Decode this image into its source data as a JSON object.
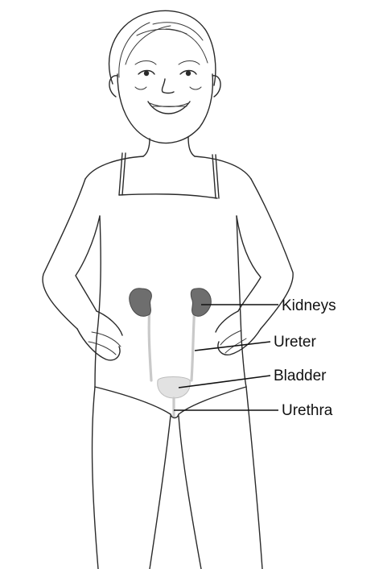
{
  "labels": {
    "kidneys": "Kidneys",
    "ureter": "Ureter",
    "bladder": "Bladder",
    "urethra": "Urethra"
  },
  "colors": {
    "outline": "#2a2a2a",
    "kidney": "#6e6e6e",
    "bladder": "#e2e2e2",
    "tube": "#c9c9c9"
  }
}
